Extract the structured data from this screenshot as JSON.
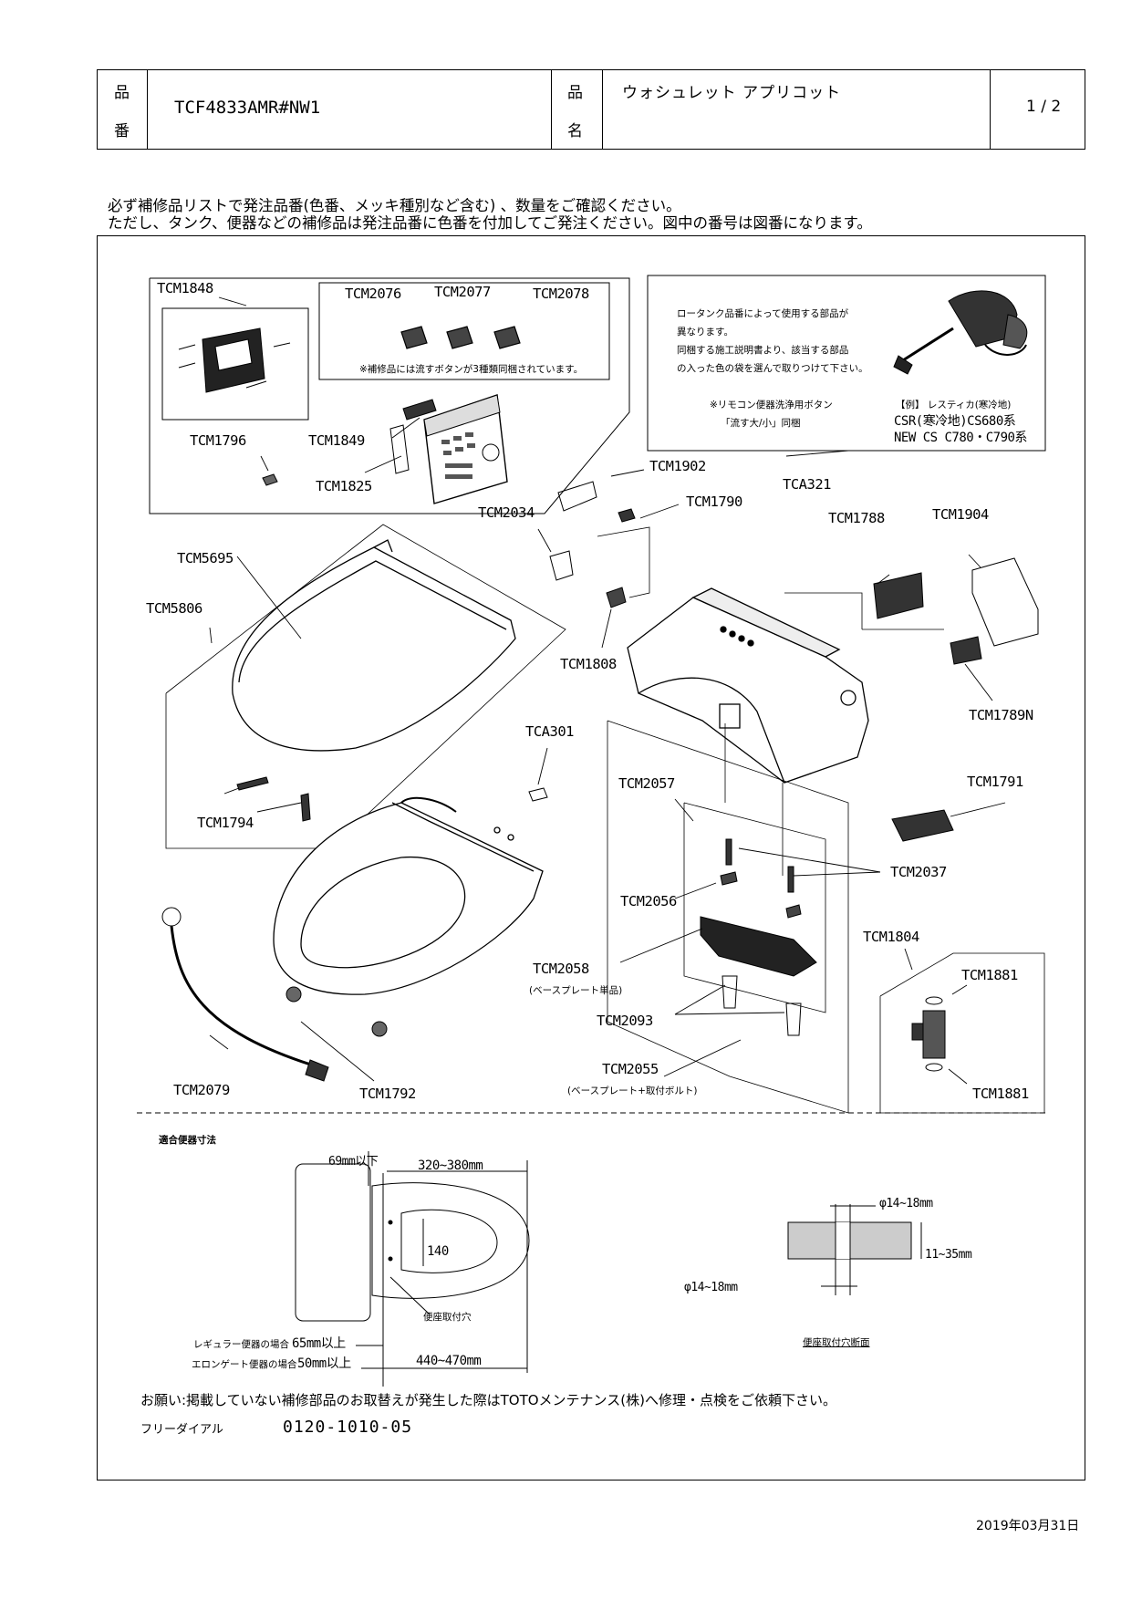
{
  "header": {
    "part_no_label_1": "品",
    "part_no_label_2": "番",
    "part_no": "TCF4833AMR#NW1",
    "name_label_1": "品",
    "name_label_2": "名",
    "name": "ウォシュレット アプリコット",
    "page": "1 / 2"
  },
  "instructions": [
    "必ず補修品リストで発注品番(色番、メッキ種別など含む) 、数量をご確認ください。",
    "ただし、タンク、便器などの補修品は発注品番に色番を付加してご発注ください。図中の番号は図番になります。"
  ],
  "parts": {
    "tcm1848": "TCM1848",
    "tcm2076": "TCM2076",
    "tcm2077": "TCM2077",
    "tcm2078": "TCM2078",
    "tcm1796": "TCM1796",
    "tcm1849": "TCM1849",
    "tcm1825": "TCM1825",
    "tcm5695": "TCM5695",
    "tcm5806": "TCM5806",
    "tcm2034": "TCM2034",
    "tcm1902": "TCM1902",
    "tcm1790": "TCM1790",
    "tca321": "TCA321",
    "tcm1788": "TCM1788",
    "tcm1904": "TCM1904",
    "tcm1808": "TCM1808",
    "tcm1789n": "TCM1789N",
    "tca301": "TCA301",
    "tcm1794": "TCM1794",
    "tcm2057": "TCM2057",
    "tcm1791": "TCM1791",
    "tcm2037": "TCM2037",
    "tcm2056": "TCM2056",
    "tcm1804": "TCM1804",
    "tcm1881a": "TCM1881",
    "tcm2058": "TCM2058",
    "tcm2058_note": "(ベースプレート単品)",
    "tcm2093": "TCM2093",
    "tcm2079": "TCM2079",
    "tcm1792": "TCM1792",
    "tcm2055": "TCM2055",
    "tcm2055_note": "(ベースプレート+取付ボルト)",
    "tcm1881b": "TCM1881"
  },
  "notes": {
    "button_note": "※補修品には流すボタンが3種類同梱されています。",
    "tank_note_1": "ロータンク品番によって使用する部品が",
    "tank_note_2": "異なります。",
    "tank_note_3": "同梱する施工説明書より、該当する部品",
    "tank_note_4": "の入った色の袋を選んで取りつけて下さい。",
    "remote_note_1": "※リモコン便器洗浄用ボタン",
    "remote_note_2": "「流す大/小」同梱",
    "example_label": "【例】 レスティカ(寒冷地)",
    "example_1": "CSR(寒冷地)CS680系",
    "example_2": "NEW CS C780・C790系"
  },
  "dimensions": {
    "section_title": "適合便器寸法",
    "d69": "69mm以下",
    "d320": "320~380mm",
    "d140": "140",
    "seat_hole": "便座取付穴",
    "regular_label": "レギュラー便器の場合",
    "regular_value": "65mm以上",
    "elongated_label": "エロンゲート便器の場合",
    "elongated_value": "50mm以上",
    "d440": "440~470mm",
    "phi_top": "φ14~18mm",
    "thickness": "11~35mm",
    "phi_bottom": "φ14~18mm",
    "section_caption": "便座取付穴断面"
  },
  "footer": {
    "request": "お願い:掲載していない補修部品のお取替えが発生した際はTOTOメンテナンス(株)へ修理・点検をご依頼下さい。",
    "freedial_label": "フリーダイアル",
    "freedial": "0120-1010-05",
    "date": "2019年03月31日"
  }
}
